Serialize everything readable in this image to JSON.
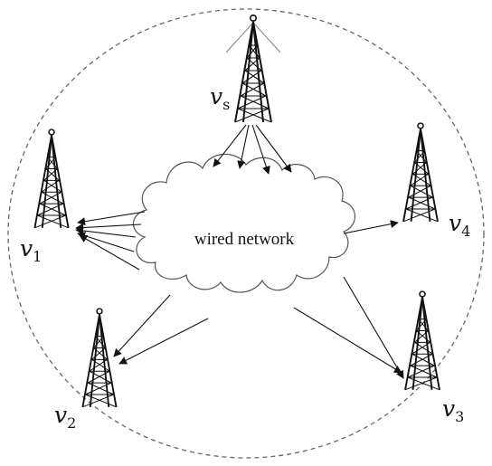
{
  "cloud": {
    "label": "wired network"
  },
  "nodes": [
    {
      "id": "vs",
      "name": "v",
      "subscript": "s"
    },
    {
      "id": "v1",
      "name": "v",
      "subscript": "1"
    },
    {
      "id": "v2",
      "name": "v",
      "subscript": "2"
    },
    {
      "id": "v3",
      "name": "v",
      "subscript": "3"
    },
    {
      "id": "v4",
      "name": "v",
      "subscript": "4"
    }
  ],
  "colors": {
    "ink": "#111111",
    "boundary": "#666666",
    "cloud_stroke": "#555555"
  }
}
